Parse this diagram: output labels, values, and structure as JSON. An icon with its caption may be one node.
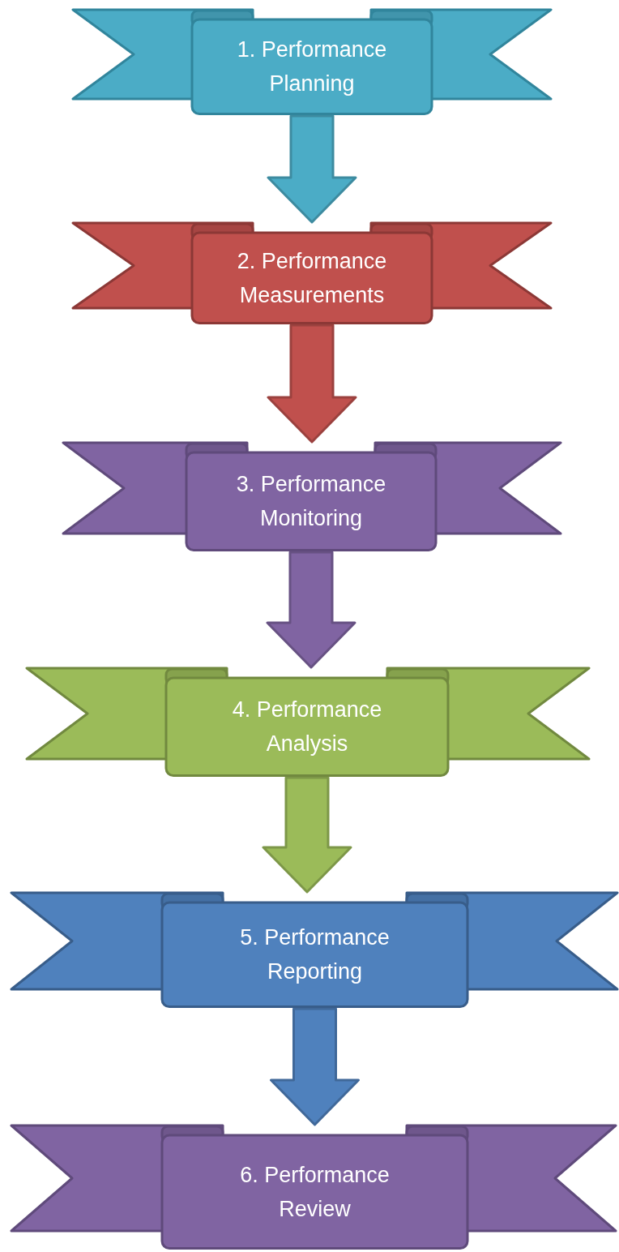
{
  "diagram": {
    "nodes": [
      {
        "text": [
          "1. Performance Planning"
        ]
      },
      {
        "text": [
          "2. Performance Measurements"
        ]
      },
      {
        "text": [
          "3. Performance Monitoring"
        ]
      },
      {
        "text": [
          "4. Performance Analysis"
        ]
      },
      {
        "text": [
          "5. Performance Reporting"
        ]
      },
      {
        "text": [
          "6. Performance Review"
        ]
      }
    ],
    "edges": [
      {
        "from": 0,
        "to": 1,
        "arrow": "to",
        "color": "#4bacc6"
      },
      {
        "from": 1,
        "to": 2,
        "arrow": "to",
        "color": "#c0504d"
      },
      {
        "from": 2,
        "to": 3,
        "arrow": "to",
        "color": "#8064a2"
      },
      {
        "from": 3,
        "to": 4,
        "arrow": "to",
        "color": "#9bbb59"
      },
      {
        "from": 4,
        "to": 5,
        "arrow": "to",
        "color": "#4f81bd"
      }
    ]
  }
}
